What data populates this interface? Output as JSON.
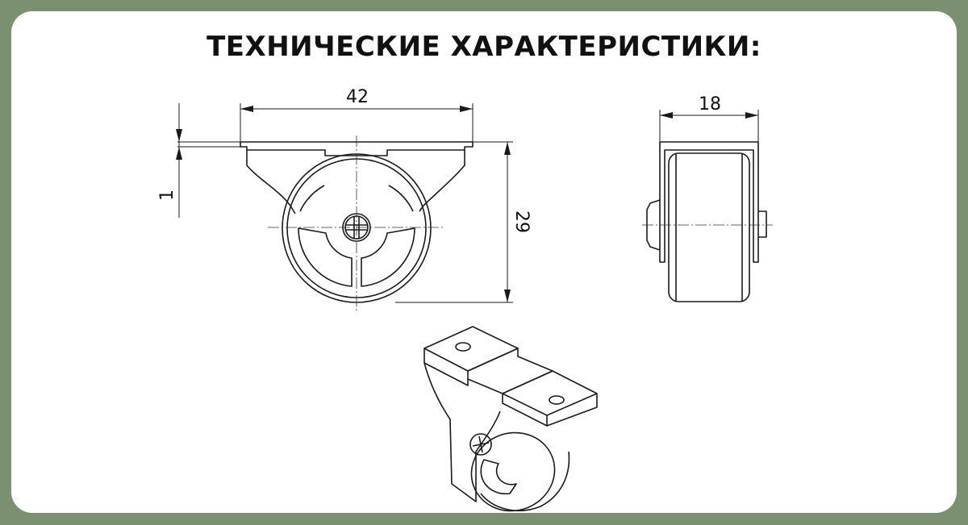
{
  "heading": "ТЕХНИЧЕСКИЕ ХАРАКТЕРИСТИКИ:",
  "dimensions": {
    "width": "42",
    "height": "29",
    "plate_thickness": "1",
    "wheel_width": "18"
  },
  "colors": {
    "frame": "#7a9070",
    "card": "#ffffff",
    "ink": "#1a1a1a"
  }
}
